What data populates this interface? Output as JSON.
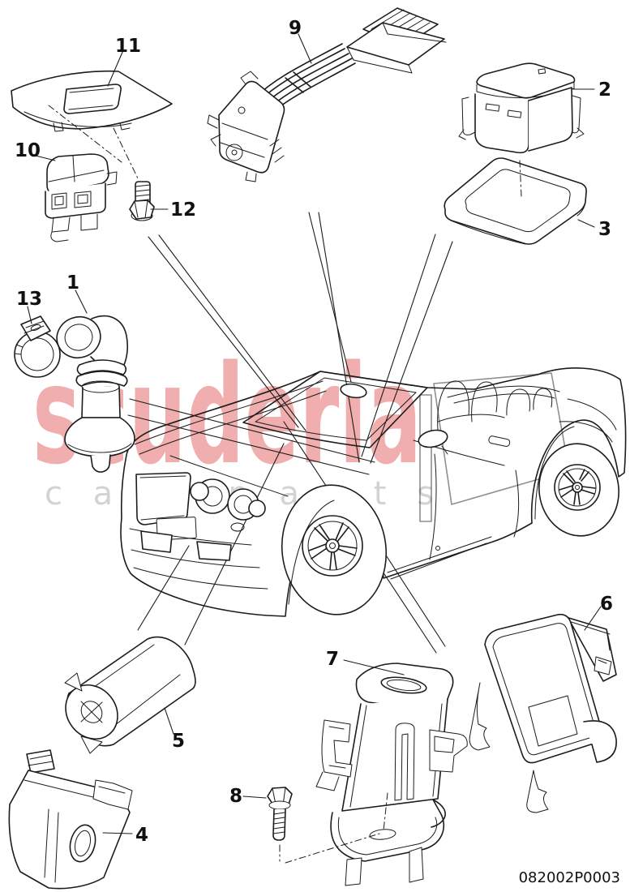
{
  "figure": {
    "kind": "vehicle parts diagram",
    "footer_code": "082002P0003"
  },
  "watermark": {
    "primary": "scuderia",
    "secondary": "car parts"
  },
  "colors": {
    "ink": "#1c1c1c",
    "watermark_primary": "#f0a6a6",
    "watermark_secondary": "#cfcfcf",
    "flag_gray": "#cccccc"
  },
  "callouts": {
    "n1": "1",
    "n2": "2",
    "n3": "3",
    "n4": "4",
    "n5": "5",
    "n6": "6",
    "n7": "7",
    "n8": "8",
    "n9": "9",
    "n10": "10",
    "n11": "11",
    "n12": "12",
    "n13": "13"
  }
}
